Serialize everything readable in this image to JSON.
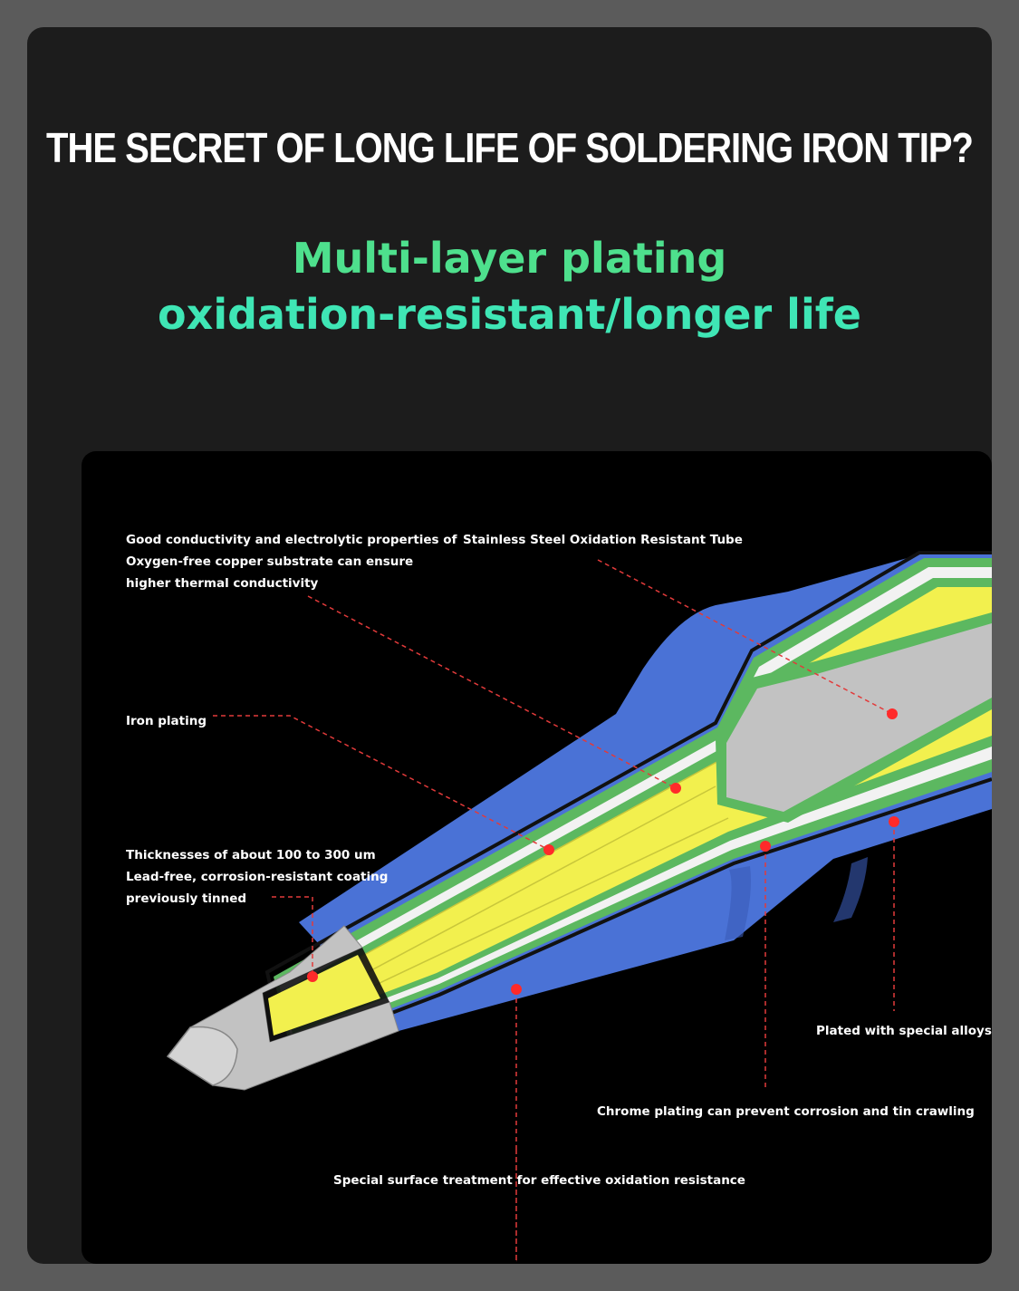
{
  "header": {
    "title": "THE SECRET OF LONG LIFE OF SOLDERING IRON TIP?",
    "subtitle_line1": "Multi-layer plating",
    "subtitle_line2": "oxidation-resistant/longer life"
  },
  "diagram": {
    "labels": {
      "copper": [
        "Good conductivity and electrolytic properties of",
        "Oxygen-free copper substrate can ensure",
        "higher thermal conductivity"
      ],
      "stainless": "Stainless Steel Oxidation Resistant Tube",
      "iron": "Iron plating",
      "coating": [
        "Thicknesses of about 100 to 300 um",
        "Lead-free, corrosion-resistant coating",
        "previously tinned"
      ],
      "alloys": "Plated with special alloys",
      "chrome": "Chrome plating can prevent corrosion and tin crawling",
      "surface": "Special surface treatment for effective oxidation resistance"
    }
  },
  "colors": {
    "outer_sleeve": "#4a72d6",
    "green_layer": "#5cb860",
    "white_layer": "#f2f2f2",
    "copper_core": "#f2f04e",
    "steel_tube": "#c2c2c2",
    "callout_line": "#e23a3a",
    "callout_dot": "#ff2a2a",
    "title_green": "#4ee08d",
    "title_teal": "#3fe6b5"
  }
}
